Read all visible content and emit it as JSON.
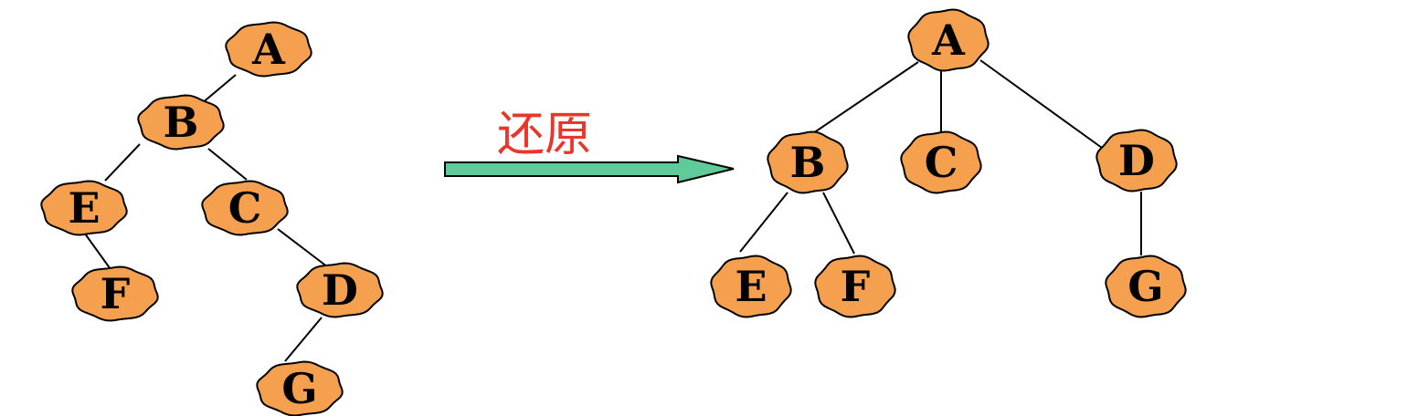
{
  "colors": {
    "node_fill": "#F4A04F",
    "arrow_fill": "#5FCB9B",
    "arrow_label": "#E8362A"
  },
  "arrow": {
    "label": "还原"
  },
  "binary_tree": {
    "nodes": [
      {
        "id": "A",
        "label": "A"
      },
      {
        "id": "B",
        "label": "B"
      },
      {
        "id": "E",
        "label": "E"
      },
      {
        "id": "C",
        "label": "C"
      },
      {
        "id": "F",
        "label": "F"
      },
      {
        "id": "D",
        "label": "D"
      },
      {
        "id": "G",
        "label": "G"
      }
    ],
    "edges": [
      [
        "A",
        "B"
      ],
      [
        "B",
        "E"
      ],
      [
        "B",
        "C"
      ],
      [
        "E",
        "F"
      ],
      [
        "C",
        "D"
      ],
      [
        "D",
        "G"
      ]
    ]
  },
  "general_tree": {
    "nodes": [
      {
        "id": "A",
        "label": "A"
      },
      {
        "id": "B",
        "label": "B"
      },
      {
        "id": "C",
        "label": "C"
      },
      {
        "id": "D",
        "label": "D"
      },
      {
        "id": "E",
        "label": "E"
      },
      {
        "id": "F",
        "label": "F"
      },
      {
        "id": "G",
        "label": "G"
      }
    ],
    "edges": [
      [
        "A",
        "B"
      ],
      [
        "A",
        "C"
      ],
      [
        "A",
        "D"
      ],
      [
        "B",
        "E"
      ],
      [
        "B",
        "F"
      ],
      [
        "D",
        "G"
      ]
    ]
  }
}
